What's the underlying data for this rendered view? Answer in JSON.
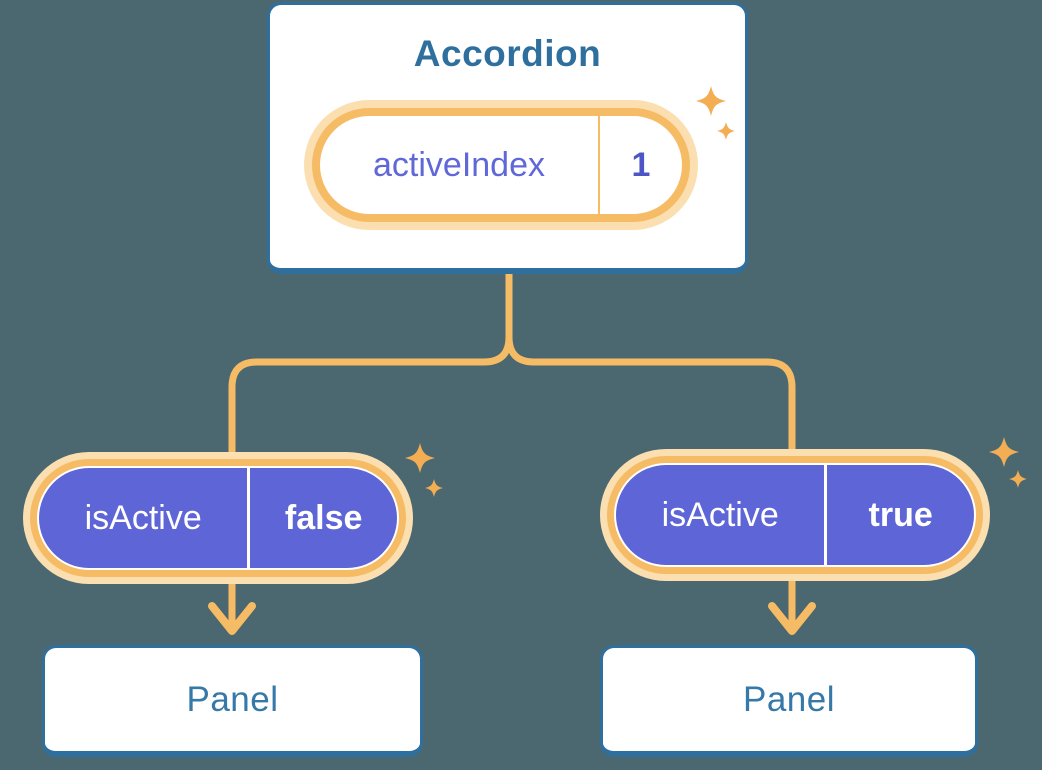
{
  "colors": {
    "bg": "#4B6871",
    "card-bg": "#FFFFFF",
    "blue": "#2F6F9E",
    "panel-text": "#3678A7",
    "orange": "#F5BC65",
    "pale": "#FBDFB0",
    "purple": "#5E65D6",
    "indigo": "#6068D8",
    "indigo-dark": "#4C56C8",
    "white-text": "#FFFFFF",
    "sparkle": "#F3AE54"
  },
  "accordion": {
    "title": "Accordion",
    "state_pill": {
      "label": "activeIndex",
      "value": "1"
    }
  },
  "left_branch": {
    "prop_pill": {
      "label": "isActive",
      "value": "false"
    },
    "panel": {
      "label": "Panel"
    }
  },
  "right_branch": {
    "prop_pill": {
      "label": "isActive",
      "value": "true"
    },
    "panel": {
      "label": "Panel"
    }
  }
}
